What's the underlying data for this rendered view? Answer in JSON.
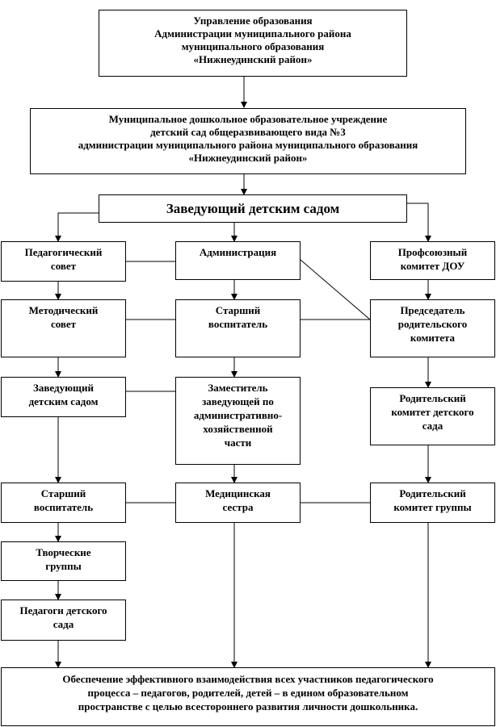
{
  "title": "",
  "nodes": {
    "top": "Управление образования\nАдминистрации муниципального района\nмуниципального образования\n«Нижнеудинский район»",
    "school": "Муниципальное дошкольное образовательное учреждение\nдетский сад общеразвивающего вида №3\nадминистрации муниципального района муниципального образования\n«Нижнеудинский район»",
    "head": "Заведующий детским садом",
    "ped_council": "Педагогический\nсовет",
    "administration": "Администрация",
    "union": "Профсоюзный\nкомитет ДОУ",
    "method_council": "Методический\nсовет",
    "senior_teacher_mid": "Старший\nвоспитатель",
    "parent_chair": "Председатель\nродительского\nкомитета",
    "head_left": "Заведующий\nдетским садом",
    "deputy": "Заместитель\nзаведующей по\nадминистративно-\nхозяйственной\nчасти",
    "parent_committee_school": "Родительский\nкомитет детского\nсада",
    "senior_teacher_left": "Старший\nвоспитатель",
    "nurse": "Медицинская\nсестра",
    "parent_committee_group": "Родительский\nкомитет группы",
    "creative_groups": "Творческие\nгруппы",
    "teachers": "Педагоги детского\nсада",
    "goal": "Обеспечение эффективного взаимодействия всех участников педагогического\nпроцесса – педагогов, родителей, детей – в едином образовательном\nпространстве с целью всестороннего развития личности дошкольника."
  }
}
